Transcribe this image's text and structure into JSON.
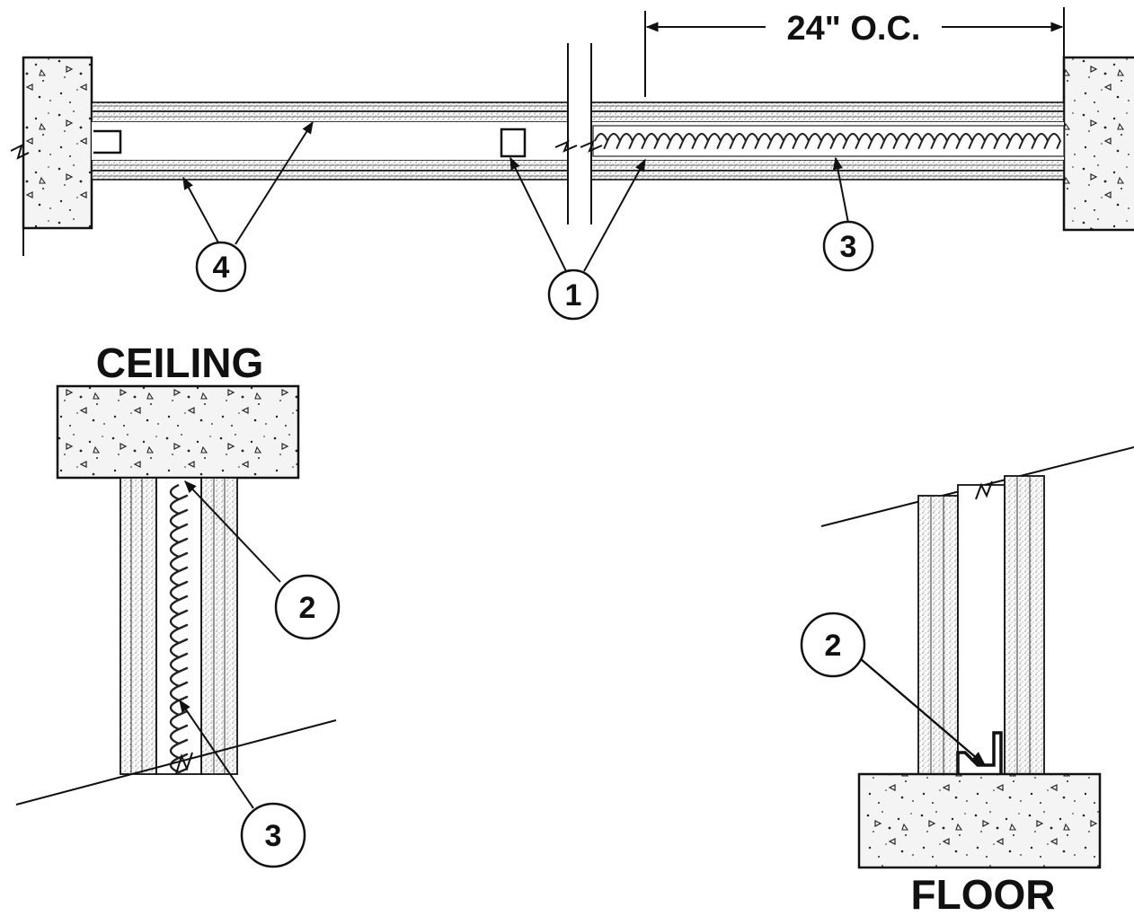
{
  "dimension": {
    "text": "24\" O.C."
  },
  "labels": {
    "ceiling": "CEILING",
    "floor": "FLOOR"
  },
  "callouts": [
    "1",
    "2",
    "3",
    "4"
  ],
  "colors": {
    "ink": "#111111",
    "paper": "#ffffff",
    "concrete_fill": "#f2f2f2",
    "insulation": "#333333"
  }
}
